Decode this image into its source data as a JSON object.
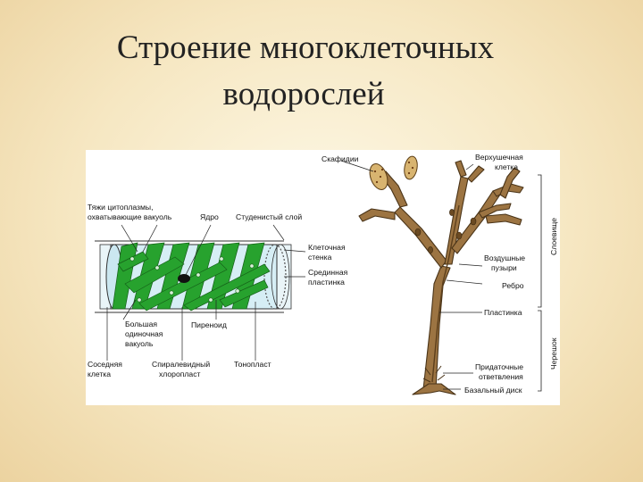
{
  "title": {
    "line1": "Строение многоклеточных",
    "line2": "водорослей"
  },
  "diagram": {
    "cell_labels": {
      "cytoplasm_strands_1": "Тяжи цитоплазмы,",
      "cytoplasm_strands_2": "охватывающие вакуоль",
      "nucleus": "Ядро",
      "gelatinous_layer": "Студенистый слой",
      "cell_wall_1": "Клеточная",
      "cell_wall_2": "стенка",
      "middle_lamella_1": "Срединная",
      "middle_lamella_2": "пластинка",
      "large_vacuole_1": "Большая",
      "large_vacuole_2": "одиночная",
      "large_vacuole_3": "вакуоль",
      "pyrenoid": "Пиреноид",
      "neighbor_cell_1": "Соседняя",
      "neighbor_cell_2": "клетка",
      "spiral_chloroplast_1": "Спиралевидный",
      "spiral_chloroplast_2": "хлоропласт",
      "tonoplast": "Тонопласт"
    },
    "thallus_labels": {
      "scaphidia": "Скафидии",
      "apical_cell_1": "Верхушечная",
      "apical_cell_2": "клетка",
      "air_bladders_1": "Воздушные",
      "air_bladders_2": "пузыри",
      "rib": "Ребро",
      "blade": "Пластинка",
      "appendages_1": "Придаточные",
      "appendages_2": "ответвления",
      "basal_disc": "Базальный диск",
      "layer_thallus": "Слоевище",
      "layer_stipe": "Черешок"
    },
    "colors": {
      "chloroplast": "#27a22e",
      "vacuole": "#d6eef5",
      "thallus": "#9c7442",
      "thallus_outline": "#4a3418"
    }
  }
}
